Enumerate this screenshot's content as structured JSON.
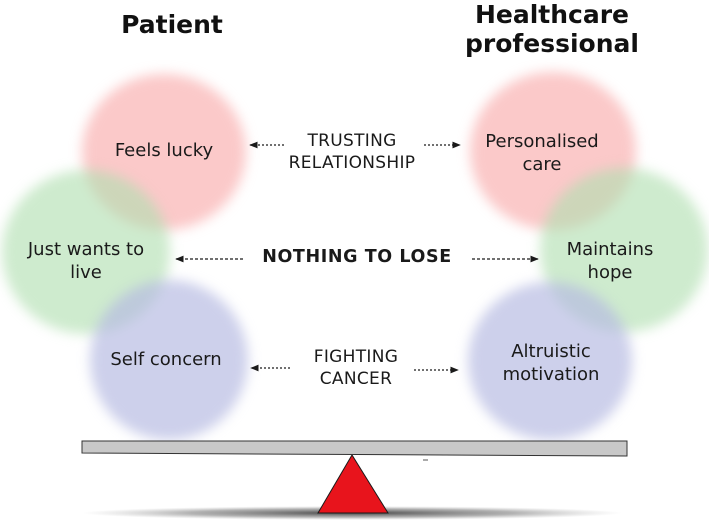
{
  "headings": {
    "patient": "Patient",
    "healthcare_professional_line1": "Healthcare",
    "healthcare_professional_line2": "professional"
  },
  "patient": {
    "top": "Feels lucky",
    "middle_line1": "Just wants to",
    "middle_line2": "live",
    "bottom": "Self concern"
  },
  "professional": {
    "top_line1": "Personalised",
    "top_line2": "care",
    "middle_line1": "Maintains",
    "middle_line2": "hope",
    "bottom_line1": "Altruistic",
    "bottom_line2": "motivation"
  },
  "connections": {
    "top_line1": "TRUSTING",
    "top_line2": "RELATIONSHIP",
    "middle": "NOTHING TO LOSE",
    "bottom_line1": "FIGHTING",
    "bottom_line2": "CANCER"
  },
  "colors": {
    "circle_red": "#f8a8a8",
    "circle_green": "#b0deb0",
    "circle_blue": "#b6bae2",
    "fulcrum": "#e8141c",
    "beam": "#c8c8c8"
  }
}
